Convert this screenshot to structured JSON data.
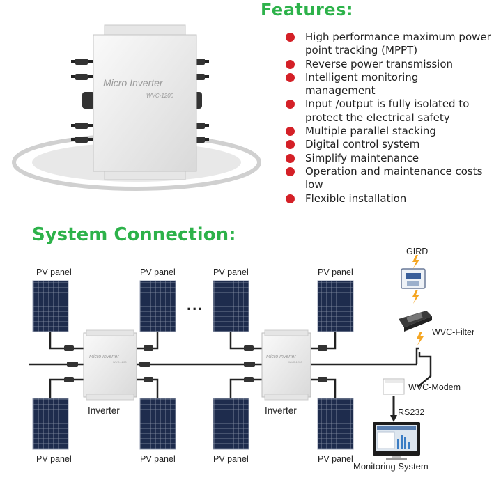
{
  "features": {
    "title": "Features:",
    "items": [
      "High performance maximum power point tracking (MPPT)",
      "Reverse power transmission",
      "Intelligent monitoring management",
      "Input /output is fully isolated  to protect the electrical safety",
      "Multiple parallel stacking",
      "Digital control system",
      "Simplify maintenance",
      "Operation and maintenance costs low",
      "Flexible installation"
    ]
  },
  "product": {
    "name": "Micro Inverter",
    "model": "WVC-1200"
  },
  "system": {
    "title": "System Connection:",
    "pv_label": "PV panel",
    "inverter_label": "Inverter",
    "ellipsis": "...",
    "grid_label": "GIRD",
    "filter_label": "WVC-Filter",
    "modem_label": "WVC-Modem",
    "rs232_label": "RS232",
    "monitoring_label": "Monitoring System"
  },
  "colors": {
    "accent_green": "#2db24a",
    "bullet_red": "#d42027",
    "panel_blue": "#1c2b4a",
    "lightning": "#f5a623"
  }
}
